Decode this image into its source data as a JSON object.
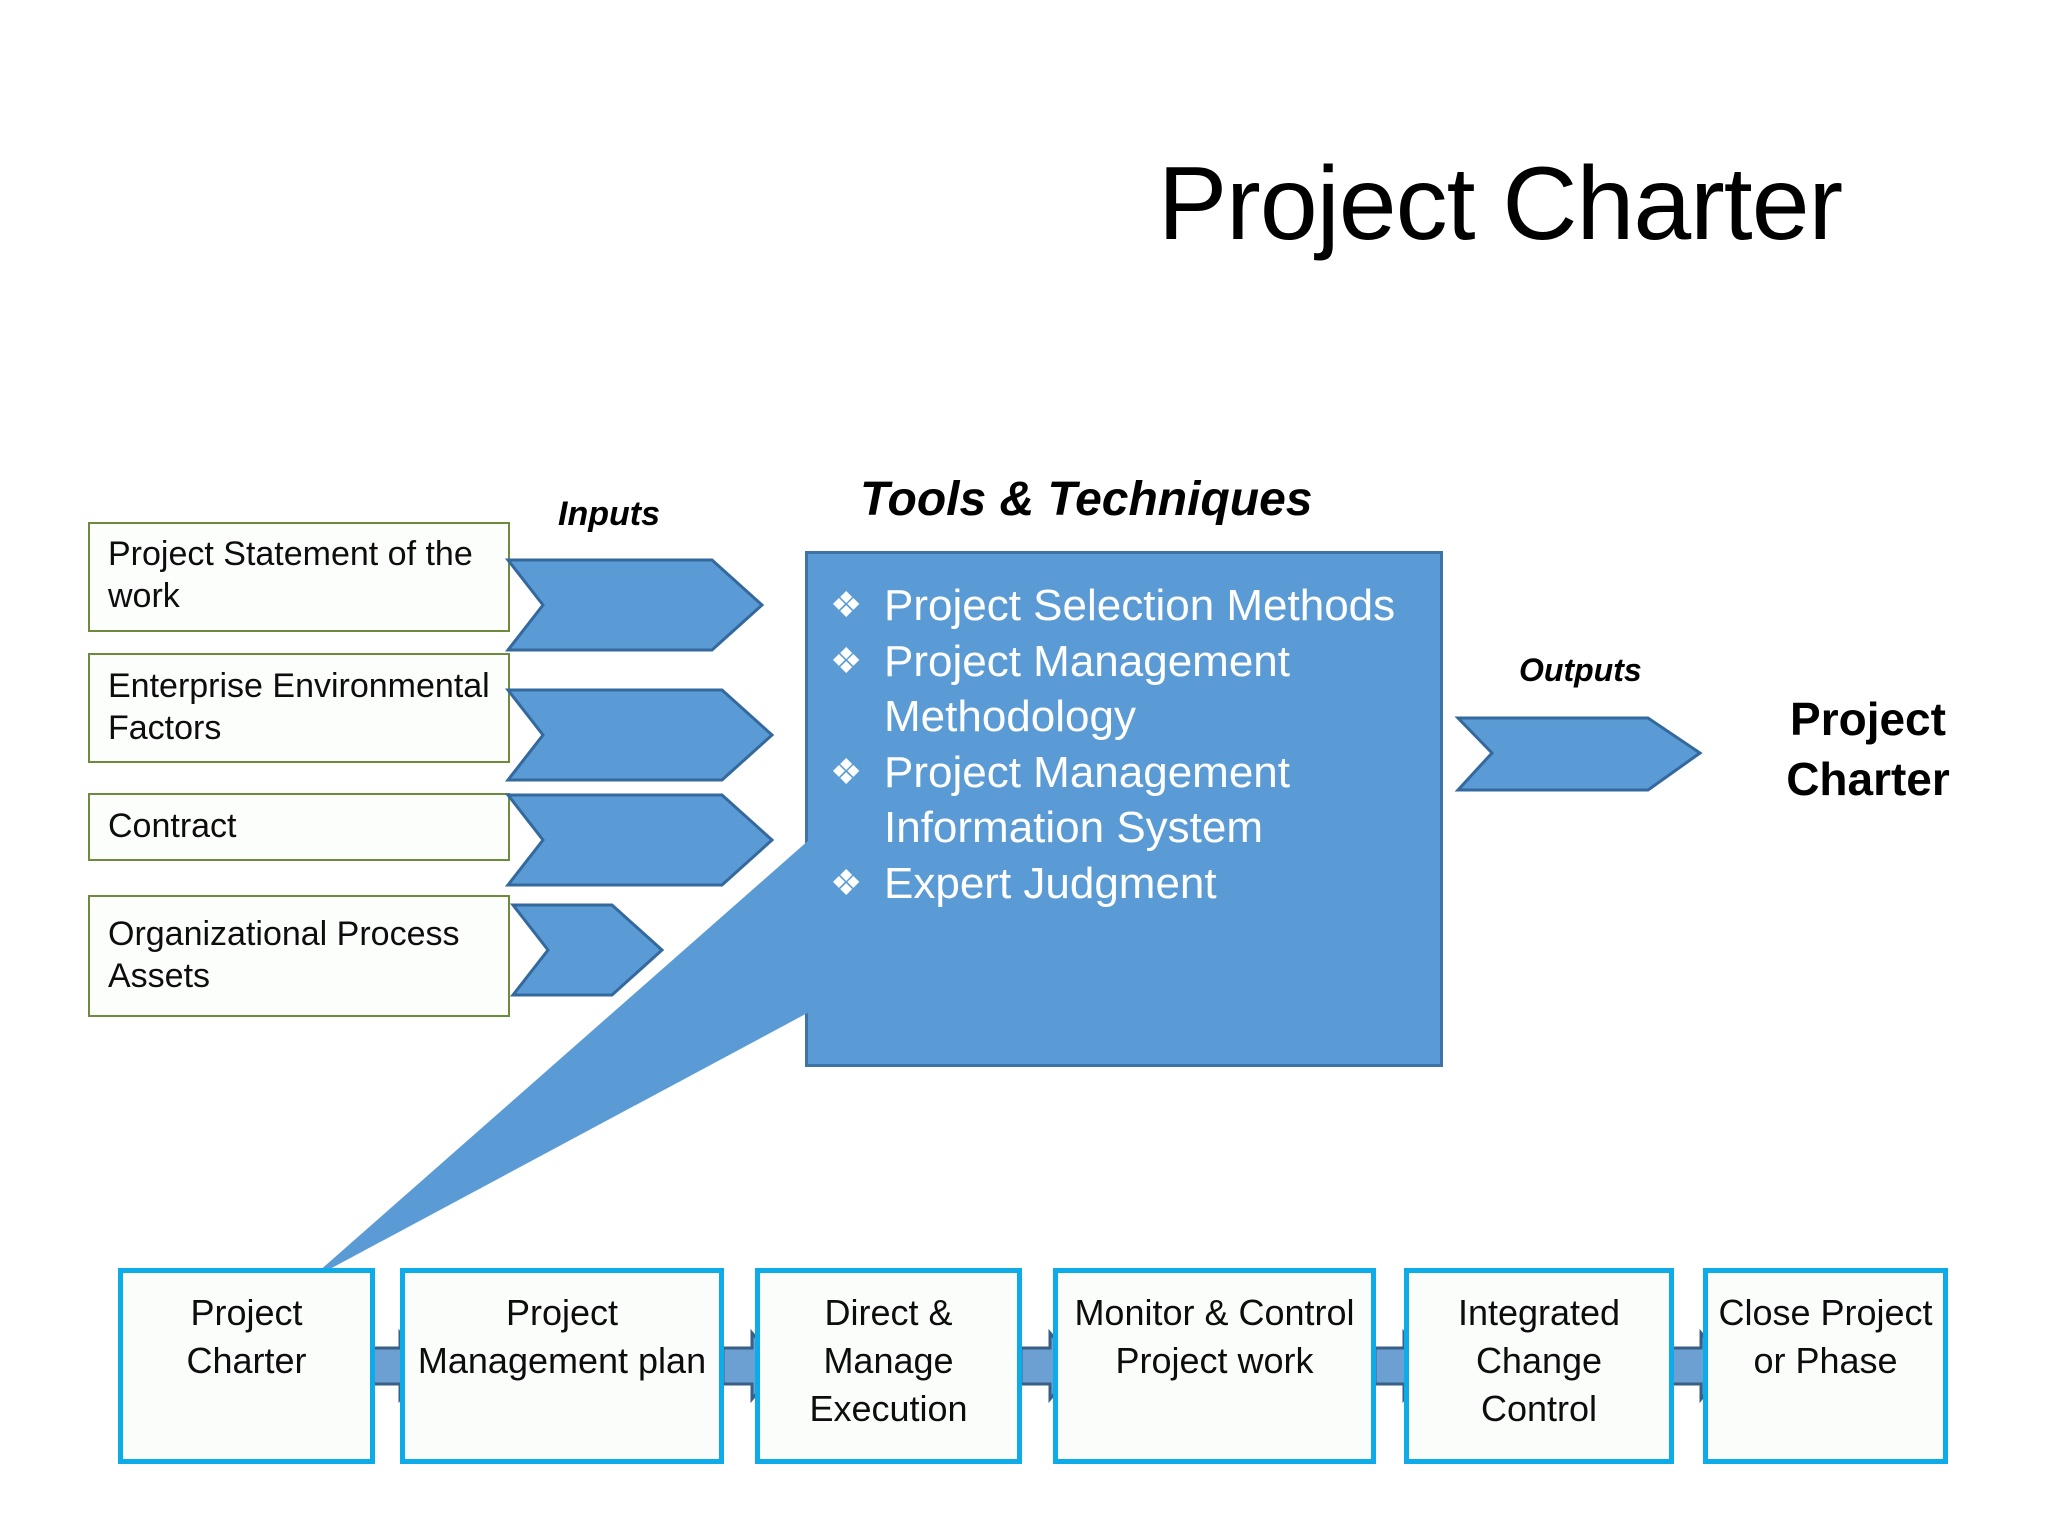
{
  "title": "Project Charter",
  "labels": {
    "inputs": "Inputs",
    "outputs": "Outputs",
    "tools_techniques": "Tools & Techniques"
  },
  "inputs": {
    "items": [
      {
        "text": "Project Statement of the work"
      },
      {
        "text": "Enterprise Environmental Factors"
      },
      {
        "text": "Contract"
      },
      {
        "text": "Organizational Process Assets"
      }
    ]
  },
  "tools": {
    "bullet_glyph": "❖",
    "items": [
      "Project Selection Methods",
      "Project Management Methodology",
      "Project Management Information System",
      "Expert Judgment"
    ]
  },
  "output": {
    "text": "Project Charter"
  },
  "process_flow": {
    "steps": [
      "Project Charter",
      "Project Management plan",
      "Direct & Manage Execution",
      "Monitor & Control Project work",
      "Integrated Change Control",
      "Close Project or Phase"
    ]
  },
  "colors": {
    "arrow_fill": "#5B9BD5",
    "arrow_stroke": "#34699E",
    "tools_fill": "#5B9BD5",
    "tools_border": "#3C74A8",
    "input_border": "#6E8B3D",
    "process_border": "#0DACE8",
    "connector_fill": "#6C9FD2",
    "connector_stroke": "#3A5F86",
    "background": "#FFFFFF"
  }
}
